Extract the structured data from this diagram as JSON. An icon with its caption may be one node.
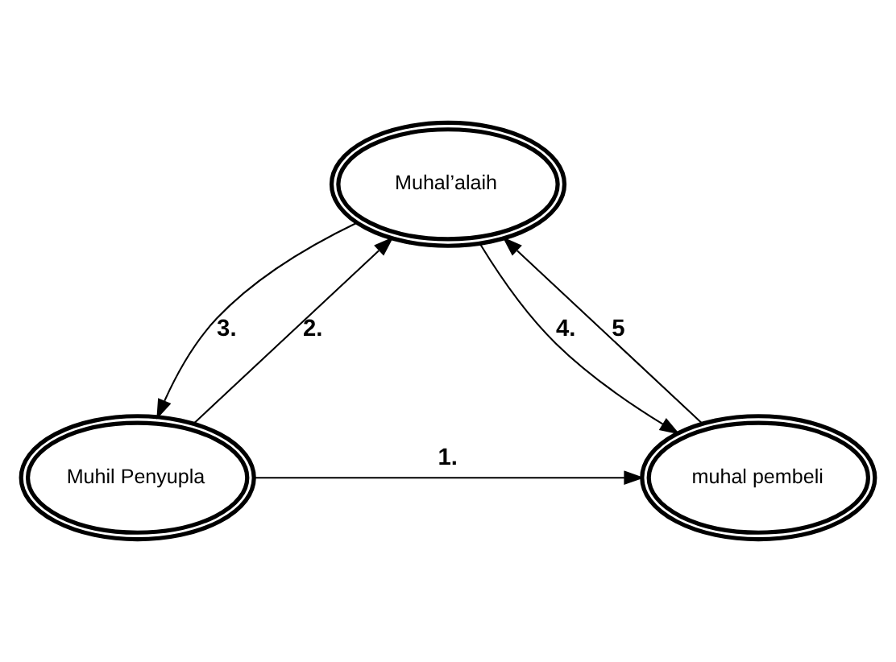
{
  "diagram": {
    "nodes": [
      {
        "text": [
          "Muhal’alaih"
        ]
      },
      {
        "text": [
          "Muhil Penyupla"
        ]
      },
      {
        "text": [
          "muhal pembeli"
        ]
      }
    ],
    "edges": [
      {
        "from": 1,
        "to": 2,
        "arrow": "to",
        "label": "1."
      },
      {
        "from": 1,
        "to": 0,
        "arrow": "to",
        "label": "2."
      },
      {
        "from": 0,
        "to": 1,
        "arrow": "to",
        "label": "3."
      },
      {
        "from": 0,
        "to": 2,
        "arrow": "to",
        "label": "4."
      },
      {
        "from": 2,
        "to": 0,
        "arrow": "to",
        "label": "5"
      }
    ]
  }
}
